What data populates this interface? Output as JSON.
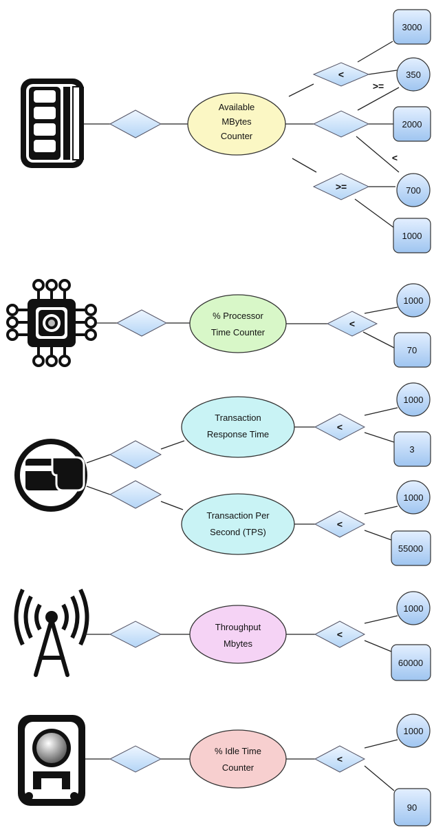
{
  "groups": [
    {
      "icon": "memory-chip-icon",
      "counter_lines": [
        "Available",
        "MBytes",
        "Counter"
      ],
      "fill": "#fbf7c4",
      "values": [
        "3000",
        "350",
        "2000",
        "700",
        "1000"
      ],
      "operators": [
        "<",
        ">=",
        "<",
        ">="
      ]
    },
    {
      "icon": "processor-icon",
      "counter_lines": [
        "% Processor",
        "Time Counter"
      ],
      "fill": "#d8f7c8",
      "values": [
        "1000",
        "70"
      ],
      "operators": [
        "<"
      ]
    },
    {
      "icon": "card-payment-icon",
      "counters": [
        {
          "counter_lines": [
            "Transaction",
            "Response Time"
          ],
          "fill": "#c9f3f5",
          "values": [
            "1000",
            "3"
          ],
          "operators": [
            "<"
          ]
        },
        {
          "counter_lines": [
            "Transaction Per",
            "Second (TPS)"
          ],
          "fill": "#c9f3f5",
          "values": [
            "1000",
            "55000"
          ],
          "operators": [
            "<"
          ]
        }
      ]
    },
    {
      "icon": "antenna-tower-icon",
      "counter_lines": [
        "Throughput",
        "Mbytes"
      ],
      "fill": "#f5d3f5",
      "values": [
        "1000",
        "60000"
      ],
      "operators": [
        "<"
      ]
    },
    {
      "icon": "hard-disk-icon",
      "counter_lines": [
        "% Idle Time",
        "Counter"
      ],
      "fill": "#f7cfcf",
      "values": [
        "1000",
        "90"
      ],
      "operators": [
        "<"
      ]
    }
  ],
  "colors": {
    "diamond": "#cfe6fb",
    "box": "#bcd9f7",
    "stroke": "#222222"
  }
}
